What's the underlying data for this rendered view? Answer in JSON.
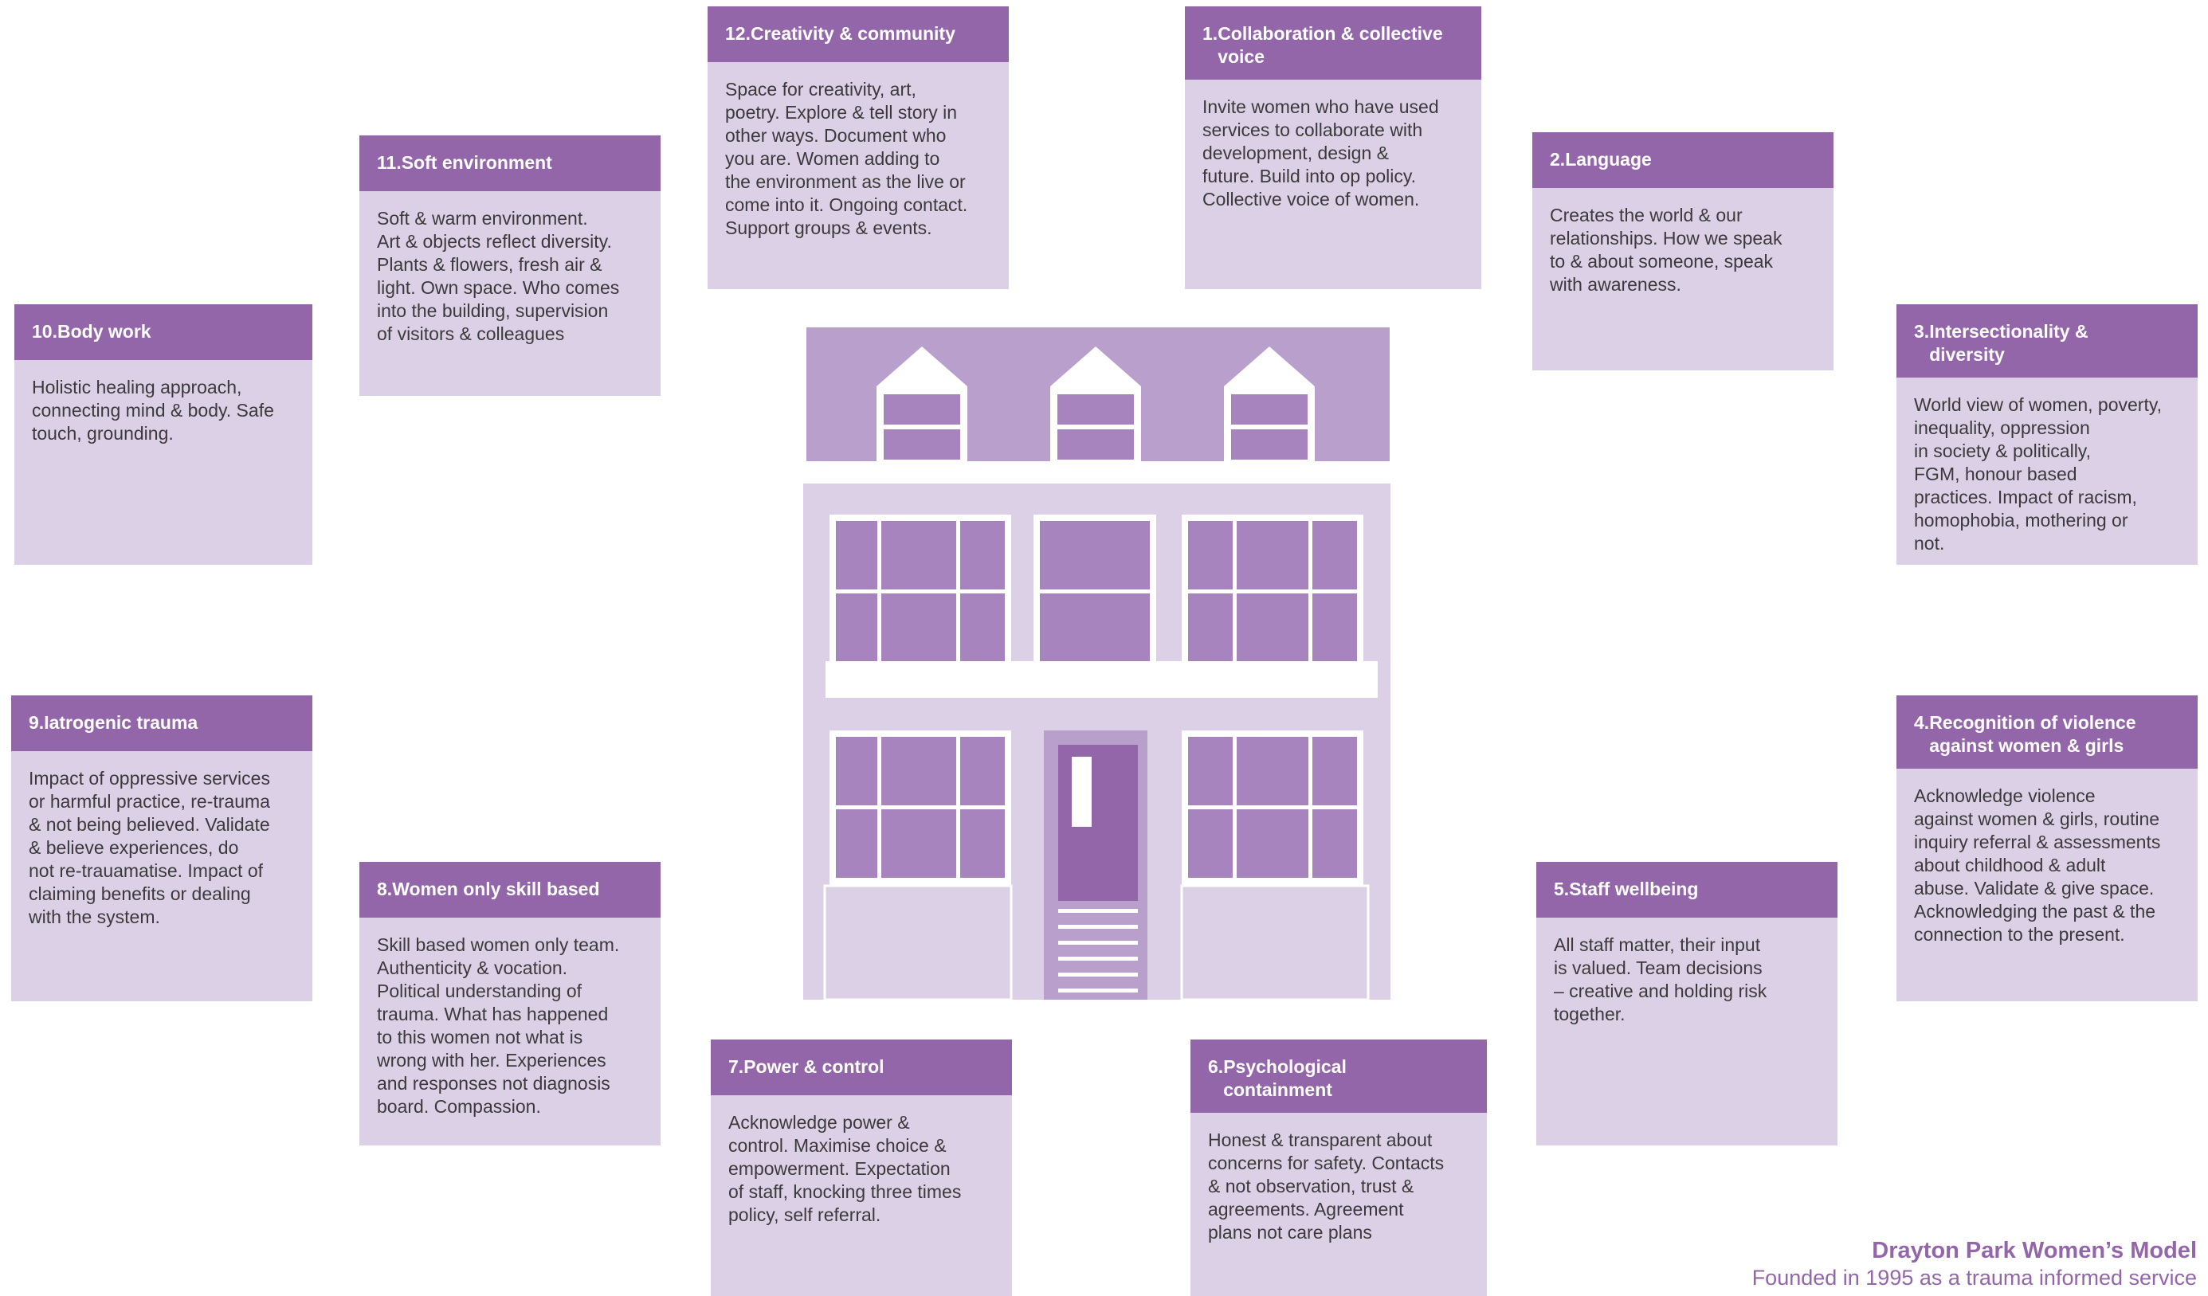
{
  "colors": {
    "header": "#9366aa",
    "card_body": "#dcd0e7",
    "house_light": "#dcd0e7",
    "house_mid": "#b9a0cc",
    "house_dark": "#9366aa",
    "text": "#3a3a3a",
    "footer": "#9366aa"
  },
  "cards": [
    {
      "id": "c12",
      "num": "12.",
      "title": "Creativity & community",
      "body": "Space for creativity, art,\npoetry. Explore & tell story in\nother ways. Document who\nyou are. Women adding to\nthe environment as the live or\ncome into it. Ongoing contact.\nSupport groups & events."
    },
    {
      "id": "c1",
      "num": "1.",
      "title": "Collaboration & collective\nvoice",
      "body": "Invite women who have used\nservices to collaborate with\ndevelopment, design  &\nfuture. Build into op policy.\nCollective voice of women."
    },
    {
      "id": "c11",
      "num": "11.",
      "title": "Soft environment",
      "body": "Soft & warm environment.\nArt & objects reflect diversity.\nPlants & flowers, fresh air &\nlight. Own space. Who comes\ninto the building, supervision\nof visitors & colleagues"
    },
    {
      "id": "c2",
      "num": "2.",
      "title": "Language",
      "body": "Creates the world & our\nrelationships. How we speak\nto & about someone, speak\nwith awareness."
    },
    {
      "id": "c10",
      "num": "10.",
      "title": "Body work",
      "body": "Holistic healing approach,\nconnecting mind & body. Safe\ntouch, grounding."
    },
    {
      "id": "c3",
      "num": "3.",
      "title": "Intersectionality &\ndiversity",
      "body": "World view of women, poverty,\ninequality, oppression\nin society & politically,\nFGM, honour based\npractices. Impact of racism,\nhomophobia, mothering or\nnot."
    },
    {
      "id": "c9",
      "num": "9.",
      "title": "Iatrogenic trauma",
      "body": "Impact of oppressive services\nor harmful practice, re-trauma\n& not being believed. Validate\n& believe experiences, do\nnot re-trauamatise. Impact of\nclaiming benefits or dealing\nwith the system."
    },
    {
      "id": "c4",
      "num": "4.",
      "title": "Recognition of violence\nagainst women & girls",
      "body": "Acknowledge violence\nagainst women & girls, routine\ninquiry referral & assessments\nabout childhood & adult\nabuse. Validate & give space.\nAcknowledging the past & the\nconnection to the present."
    },
    {
      "id": "c8",
      "num": "8.",
      "title": "Women only skill based",
      "body": "Skill based women only team.\nAuthenticity & vocation.\nPolitical understanding of\ntrauma. What has happened\nto this women not what is\nwrong with her. Experiences\nand responses not diagnosis\nboard. Compassion."
    },
    {
      "id": "c5",
      "num": "5.",
      "title": "Staff wellbeing",
      "body": "All staff matter, their input\nis valued. Team decisions\n– creative and holding risk\ntogether."
    },
    {
      "id": "c7",
      "num": "7.",
      "title": "Power & control",
      "body": "Acknowledge power &\ncontrol. Maximise choice &\nempowerment. Expectation\nof staff, knocking three times\npolicy, self referral."
    },
    {
      "id": "c6",
      "num": "6.",
      "title": "Psychological\ncontainment",
      "body": "Honest & transparent about\nconcerns for safety. Contacts\n& not observation, trust &\nagreements. Agreement\nplans not care plans"
    }
  ],
  "footer": {
    "line1": "Drayton Park Women’s Model",
    "line2": "Founded in 1995 as a trauma informed service"
  }
}
